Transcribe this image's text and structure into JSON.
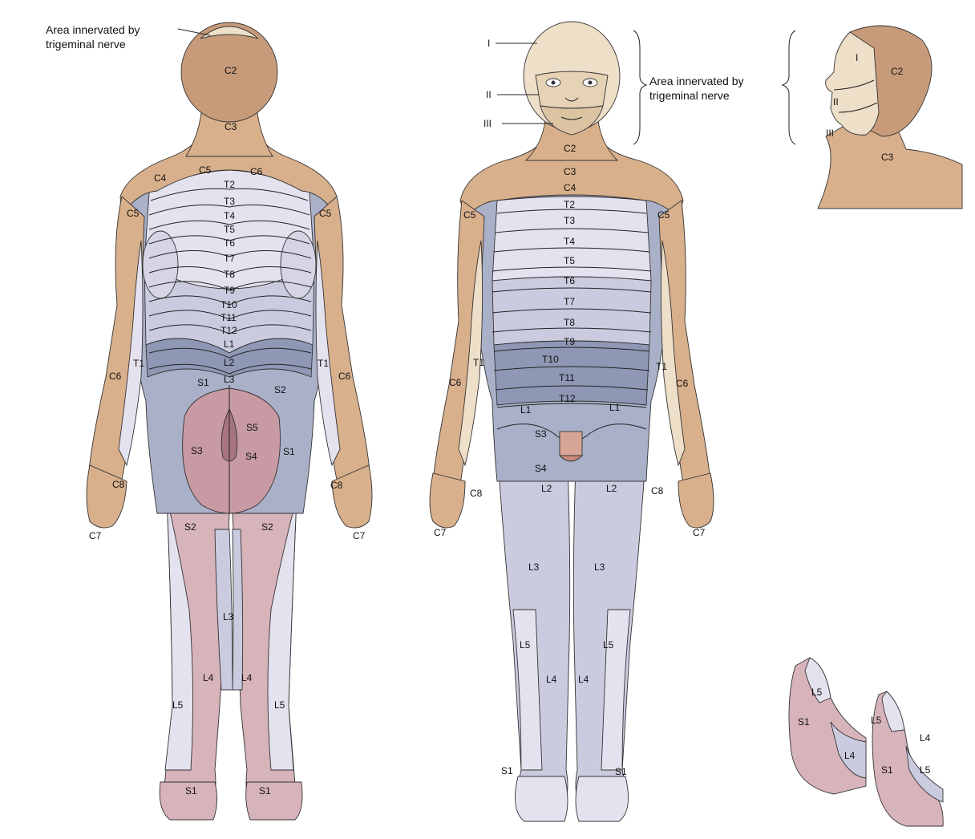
{
  "captions": {
    "back_trigeminal_line1": "Area innervated by",
    "back_trigeminal_line2": "trigeminal nerve",
    "front_trigeminal_line1": "Area innervated by",
    "front_trigeminal_line2": "trigeminal nerve"
  },
  "back_labels": {
    "c2": "C2",
    "c3": "C3",
    "c4": "C4",
    "c5a": "C5",
    "c6a": "C6",
    "t2": "T2",
    "t3": "T3",
    "t4": "T4",
    "t5": "T5",
    "t6": "T6",
    "t7": "T7",
    "t8": "T8",
    "t9": "T9",
    "t10": "T10",
    "t11": "T11",
    "t12": "T12",
    "l1": "L1",
    "l2": "L2",
    "l3": "L3",
    "c5l": "C5",
    "c5r": "C5",
    "t1l": "T1",
    "t1r": "T1",
    "c6l": "C6",
    "c6r": "C6",
    "s1a": "S1",
    "s2a": "S2",
    "s5": "S5",
    "s3": "S3",
    "s4": "S4",
    "s1r": "S1",
    "c8l": "C8",
    "c8r": "C8",
    "c7l": "C7",
    "c7r": "C7",
    "s2l": "S2",
    "s2r": "S2",
    "l3leg": "L3",
    "l4l": "L4",
    "l4r": "L4",
    "l5l": "L5",
    "l5r": "L5",
    "s1fl": "S1",
    "s1fr": "S1"
  },
  "front_labels": {
    "i": "I",
    "ii": "II",
    "iii": "III",
    "c2": "C2",
    "c3": "C3",
    "c4": "C4",
    "t2": "T2",
    "t3": "T3",
    "t4": "T4",
    "t5": "T5",
    "t6": "T6",
    "t7": "T7",
    "t8": "T8",
    "t9": "T9",
    "t10": "T10",
    "t11": "T11",
    "t12": "T12",
    "c5l": "C5",
    "c5r": "C5",
    "t1l": "T1",
    "t1r": "T1",
    "c6l": "C6",
    "c6r": "C6",
    "l1l": "L1",
    "l1r": "L1",
    "s3": "S3",
    "s4": "S4",
    "l2l": "L2",
    "l2r": "L2",
    "c8l": "C8",
    "c8r": "C8",
    "c7l": "C7",
    "c7r": "C7",
    "l3l": "L3",
    "l3r": "L3",
    "l5l": "L5",
    "l5r": "L5",
    "l4l": "L4",
    "l4r": "L4",
    "s1l": "S1",
    "s1r": "S1"
  },
  "profile_labels": {
    "i": "I",
    "ii": "II",
    "iii": "III",
    "c2": "C2",
    "c3": "C3"
  },
  "foot_labels": {
    "l5a": "L5",
    "s1a": "S1",
    "l4a": "L4",
    "l5b": "L5",
    "s1b": "S1",
    "l4b": "L4",
    "l5c": "L5"
  },
  "colors": {
    "skin_tan": "#d9b08c",
    "skin_light": "#eedfc9",
    "lavender_light": "#e4e2ef",
    "lavender": "#cbcbe0",
    "blue_gray": "#a9b0c8",
    "blue_dark": "#8e97b4",
    "pink": "#d7b3ba",
    "pink_dark": "#c89aa3"
  }
}
